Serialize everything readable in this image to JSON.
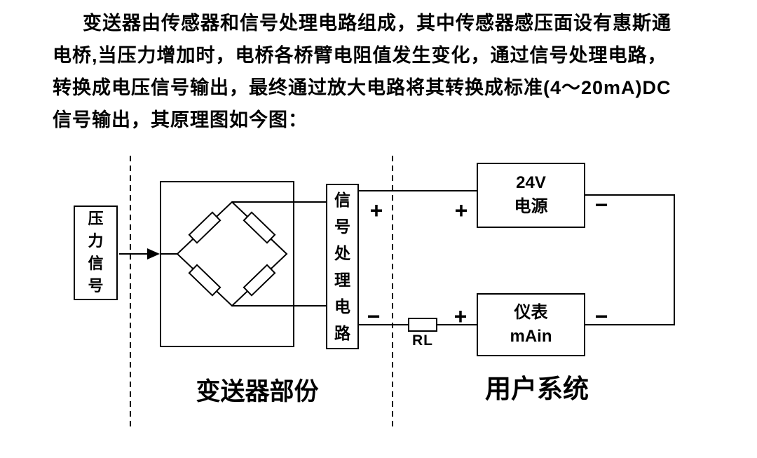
{
  "paragraph": {
    "lines": [
      "变送器由传感器和信号处理电路组成，其中传感器感压面设有惠斯通",
      "电桥,当压力增加时，电桥各桥臂电阻值发生变化，通过信号处理电路，",
      "转换成电压信号输出，最终通过放大电路将其转换成标准(4～20mA)DC",
      "信号输出，其原理图如今图："
    ]
  },
  "diagram": {
    "pressure_signal_label": "压力信号",
    "signal_processing_label": "信号处理电路",
    "power_box": {
      "line1": "24V",
      "line2": "电源"
    },
    "meter_box": {
      "line1": "仪表",
      "line2": "mAin"
    },
    "rl_label": "RL",
    "plus": "+",
    "minus": "−",
    "section_left": "变送器部份",
    "section_right": "用户系统"
  }
}
